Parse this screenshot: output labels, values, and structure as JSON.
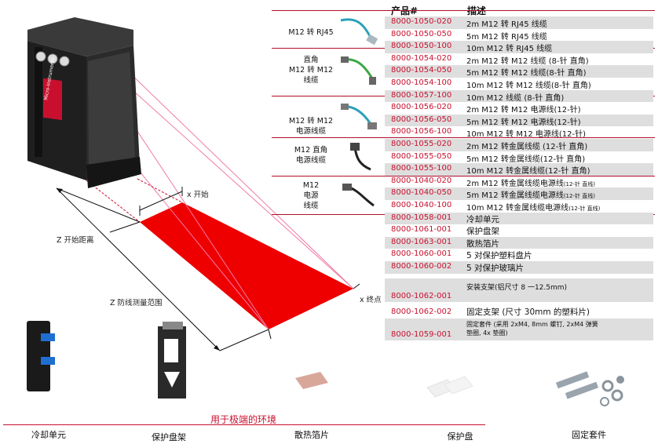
{
  "header": {
    "part_no": "产品#",
    "description": "描述"
  },
  "groups": [
    {
      "label": [
        "M12 转 RJ45"
      ]
    },
    {
      "label": [
        "直角",
        "M12 转 M12",
        "线缆"
      ]
    },
    {
      "label": [
        "M12 转 M12",
        "电源线缆"
      ]
    },
    {
      "label": [
        "M12 直角",
        "电源线缆"
      ]
    },
    {
      "label": [
        "M12",
        "电源",
        "线缆"
      ]
    }
  ],
  "rows": [
    {
      "pn": "8000-1050-020",
      "desc": "2m M12 转 RJ45 线缆"
    },
    {
      "pn": "8000-1050-050",
      "desc": "5m M12 转 RJ45 线缆"
    },
    {
      "pn": "8000-1050-100",
      "desc": "10m M12 转 RJ45 线缆"
    },
    {
      "pn": "8000-1054-020",
      "desc": "2m M12 转 M12 线缆 (8-针 直角)"
    },
    {
      "pn": "8000-1054-050",
      "desc": "5m M12 转 M12 线缆(8-针 直角)"
    },
    {
      "pn": "8000-1054-100",
      "desc": "10m M12 转 M12 线缆(8-针 直角)"
    },
    {
      "pn": "8000-1057-100",
      "desc": "10m M12 线缆 (8-针 直角)"
    },
    {
      "pn": "8000-1056-020",
      "desc": "2m M12 转 M12 电源线(12-针)"
    },
    {
      "pn": "8000-1056-050",
      "desc": "5m M12 转 M12 电源线(12-针)"
    },
    {
      "pn": "8000-1056-100",
      "desc": "10m M12 转 M12 电源线(12-针)"
    },
    {
      "pn": "8000-1055-020",
      "desc": "2m M12 转金属线缆 (12-针 直角)"
    },
    {
      "pn": "8000-1055-050",
      "desc": "5m M12 转金属线缆(12-针 直角)"
    },
    {
      "pn": "8000-1055-100",
      "desc": "10m M12 转金属线缆(12-针 直角)"
    },
    {
      "pn": "8000-1040-020",
      "desc": "2m M12 转金属线缆电源线",
      "small": "(12-针 直线)"
    },
    {
      "pn": "8000-1040-050",
      "desc": "5m M12 转金属线缆电源线",
      "small": "(12-针 直线)"
    },
    {
      "pn": "8000-1040-100",
      "desc": "10m M12 转金属线缆电源线",
      "small": "(12-针 直线)"
    },
    {
      "pn": "8000-1058-001",
      "desc": "冷却单元"
    },
    {
      "pn": "8000-1061-001",
      "desc": "保护盘架"
    },
    {
      "pn": "8000-1063-001",
      "desc": "散热箔片"
    },
    {
      "pn": "8000-1060-001",
      "desc": "5 对保护塑料盘片"
    },
    {
      "pn": "8000-1060-002",
      "desc": "5 对保护玻璃片"
    }
  ],
  "tall_rows": [
    {
      "pn": "8000-1062-001",
      "desc": "安装支架(铝尺寸 8 一12.5mm)"
    },
    {
      "pn": "8000-1062-002",
      "desc": "固定支架 (尺寸 30mm 的塑料片)"
    },
    {
      "pn": "8000-1059-001",
      "desc_lines": [
        "固定套件 (采用 2xM4, 8mm 螺钉, 2xM4 弹簧",
        "垫圈, 4x 垫圈)"
      ]
    }
  ],
  "diagram": {
    "x_start": "x 开始",
    "x_end": "x 终点",
    "z_start": "Z 开始距离",
    "z_range": "Z 防线测量范围",
    "brand": "Micro-Instruments"
  },
  "footer": {
    "title": "用于极端的环境",
    "items": [
      "冷却单元",
      "保护盘架",
      "散热箔片",
      "保护盘",
      "固定套件"
    ]
  },
  "colors": {
    "accent": "#c8102e",
    "laser": "#ee0000",
    "shade": "#dedede",
    "cable": "#2aa0b8",
    "cable_green": "#3aa844"
  }
}
